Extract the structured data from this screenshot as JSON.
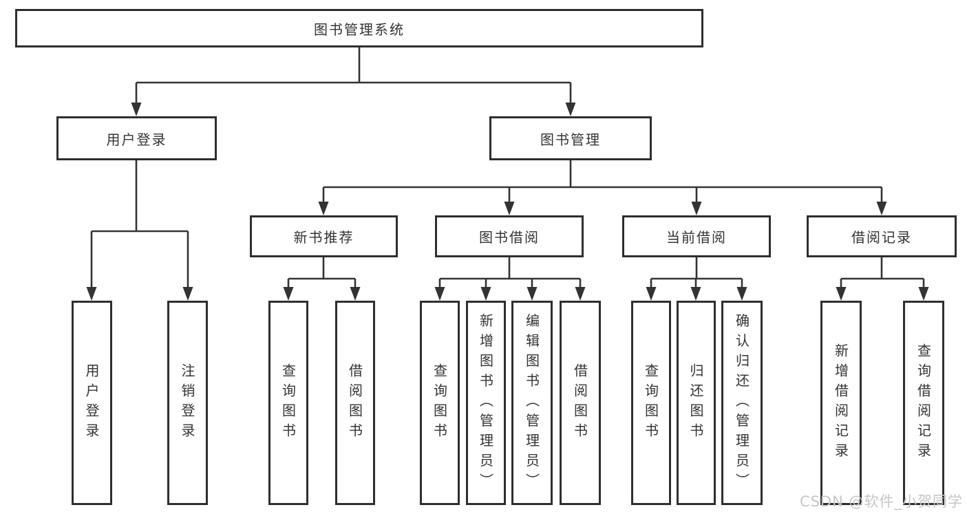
{
  "diagram_title": "图书管理系统",
  "tree": {
    "label": "图书管理系统",
    "children": [
      {
        "label": "用户登录",
        "children": [
          {
            "label": "用户登录"
          },
          {
            "label": "注销登录"
          }
        ]
      },
      {
        "label": "图书管理",
        "children": [
          {
            "label": "新书推荐",
            "children": [
              {
                "label": "查询图书"
              },
              {
                "label": "借阅图书"
              }
            ]
          },
          {
            "label": "图书借阅",
            "children": [
              {
                "label": "查询图书"
              },
              {
                "label": "新增图书（管理员）"
              },
              {
                "label": "编辑图书（管理员）"
              },
              {
                "label": "借阅图书"
              }
            ]
          },
          {
            "label": "当前借阅",
            "children": [
              {
                "label": "查询图书"
              },
              {
                "label": "归还图书"
              },
              {
                "label": "确认归还（管理员）"
              }
            ]
          },
          {
            "label": "借阅记录",
            "children": [
              {
                "label": "新增借阅记录"
              },
              {
                "label": "查询借阅记录"
              }
            ]
          }
        ]
      }
    ]
  },
  "watermark": "CSDN @软件_小贺同学",
  "colors": {
    "line": "#333333",
    "box_border": "#2e2e2e",
    "text": "#333338",
    "watermark": "#c6c6c6",
    "background": "#ffffff"
  }
}
